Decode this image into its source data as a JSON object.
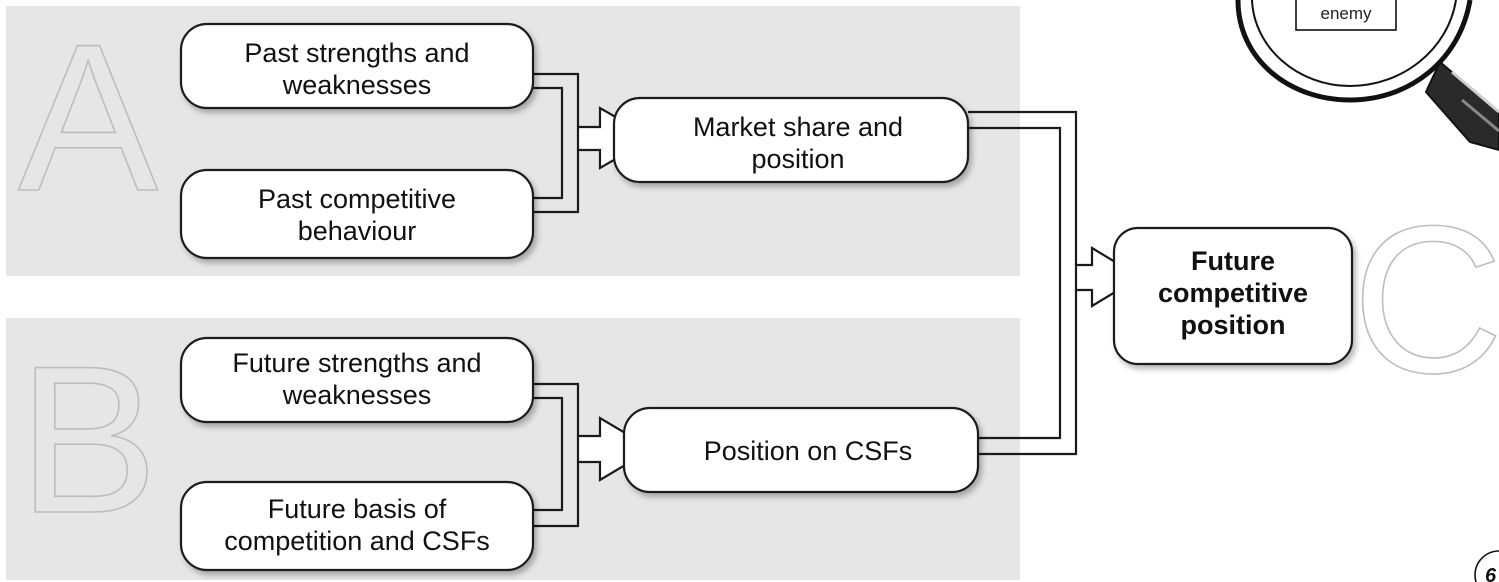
{
  "panels": {
    "a_letter": "A",
    "b_letter": "B",
    "c_letter": "C"
  },
  "boxes": {
    "past_strengths": [
      "Past strengths and",
      "weaknesses"
    ],
    "past_behaviour": [
      "Past competitive",
      "behaviour"
    ],
    "market_share": [
      "Market share and",
      "position"
    ],
    "future_strengths": [
      "Future strengths and",
      "weaknesses"
    ],
    "future_basis": [
      "Future basis of",
      "competition and CSFs"
    ],
    "position_csfs": [
      "Position on CSFs"
    ],
    "future_position": [
      "Future",
      "competitive",
      "position"
    ]
  },
  "magnifier": {
    "label": "enemy"
  },
  "page_number": "6"
}
